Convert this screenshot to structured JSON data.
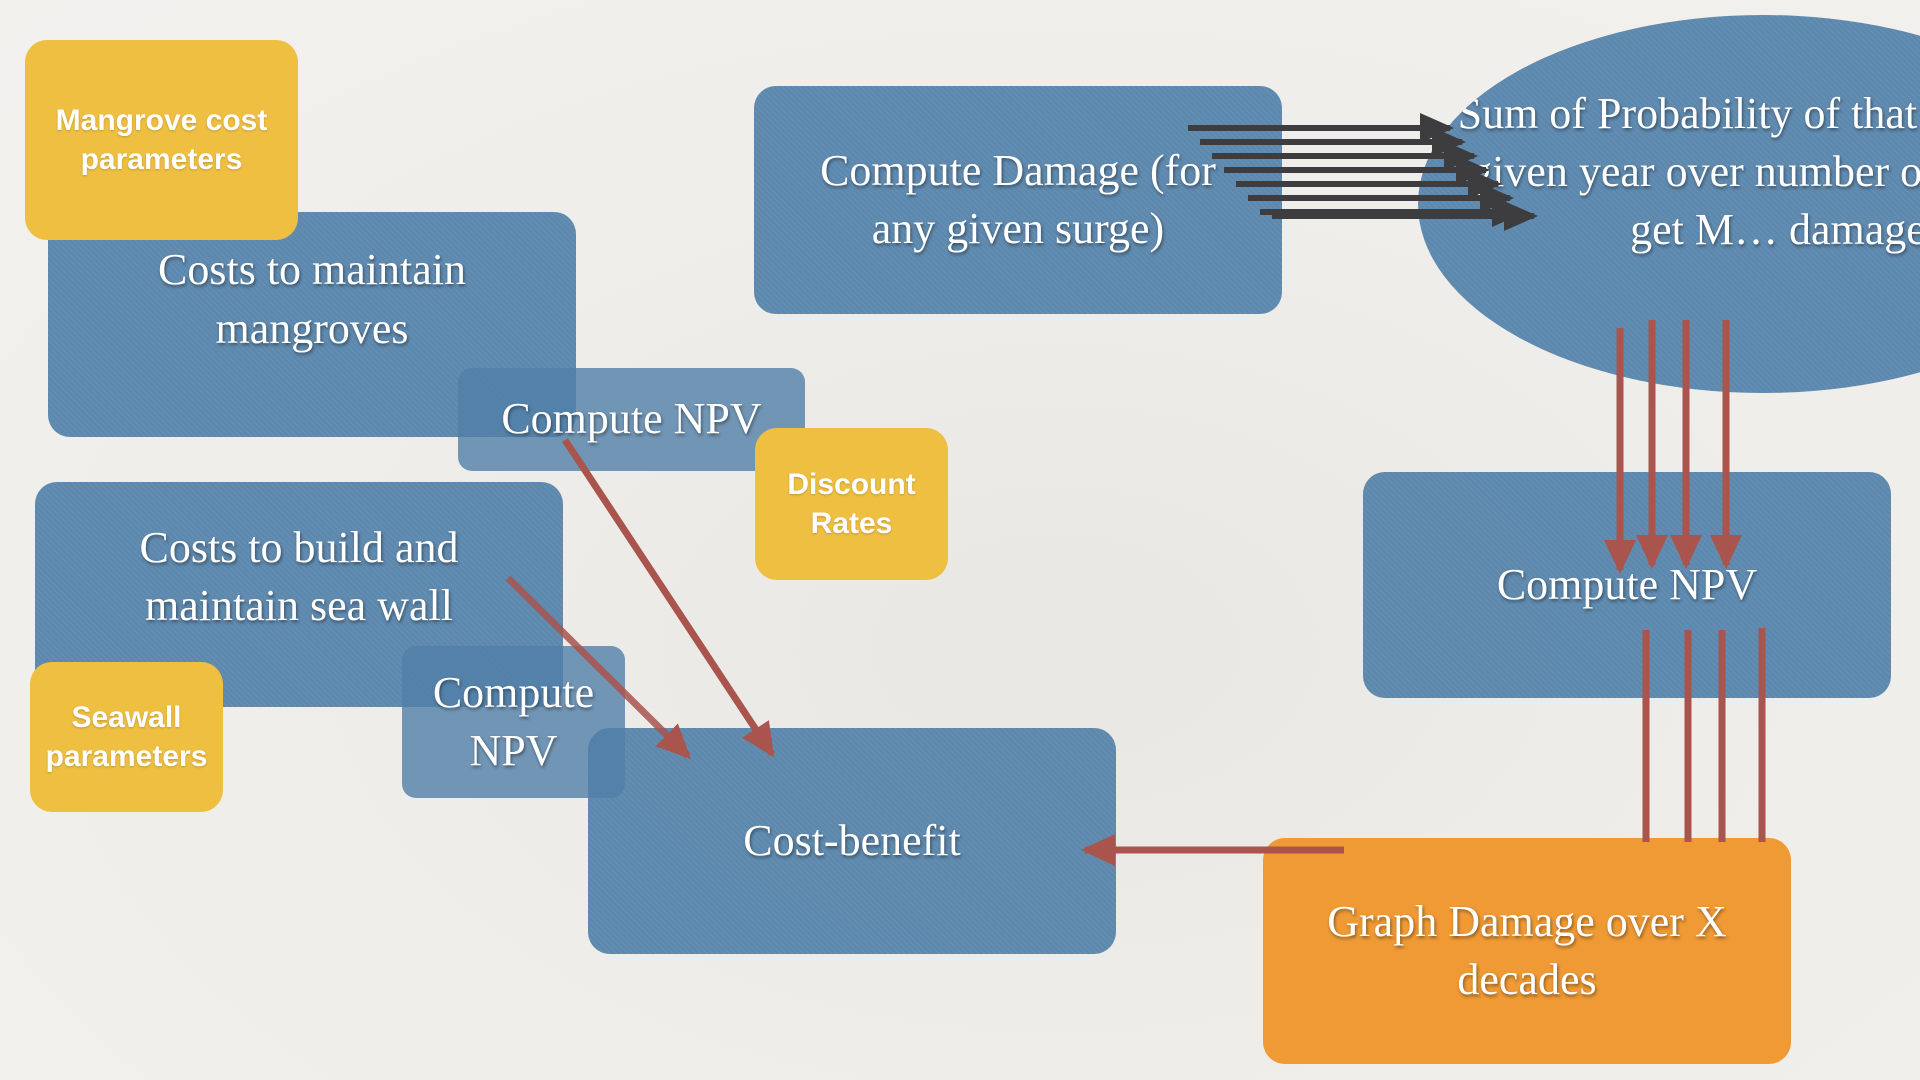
{
  "nodes": {
    "mangrove_params": "Mangrove cost parameters",
    "costs_mangroves": "Costs to maintain mangroves",
    "compute_npv_mangroves": "Compute NPV",
    "discount_rates": "Discount Rates",
    "costs_seawall": "Costs to build and maintain sea wall",
    "seawall_params": "Seawall parameters",
    "compute_npv_seawall": "Compute NPV",
    "cost_benefit": "Cost-benefit",
    "compute_damage": "Compute Damage (for any given surge)",
    "sum_probability": "Sum of Probability of that surge in a given year over number of years to get M… damage",
    "compute_npv_damage": "Compute NPV",
    "graph_damage": "Graph Damage over X decades"
  },
  "colors": {
    "blue": "#5180a8",
    "yellow": "#efbf42",
    "orange": "#ef9a35",
    "red_arrow": "#a9544c",
    "dark_arrow": "#3d3d3f"
  }
}
